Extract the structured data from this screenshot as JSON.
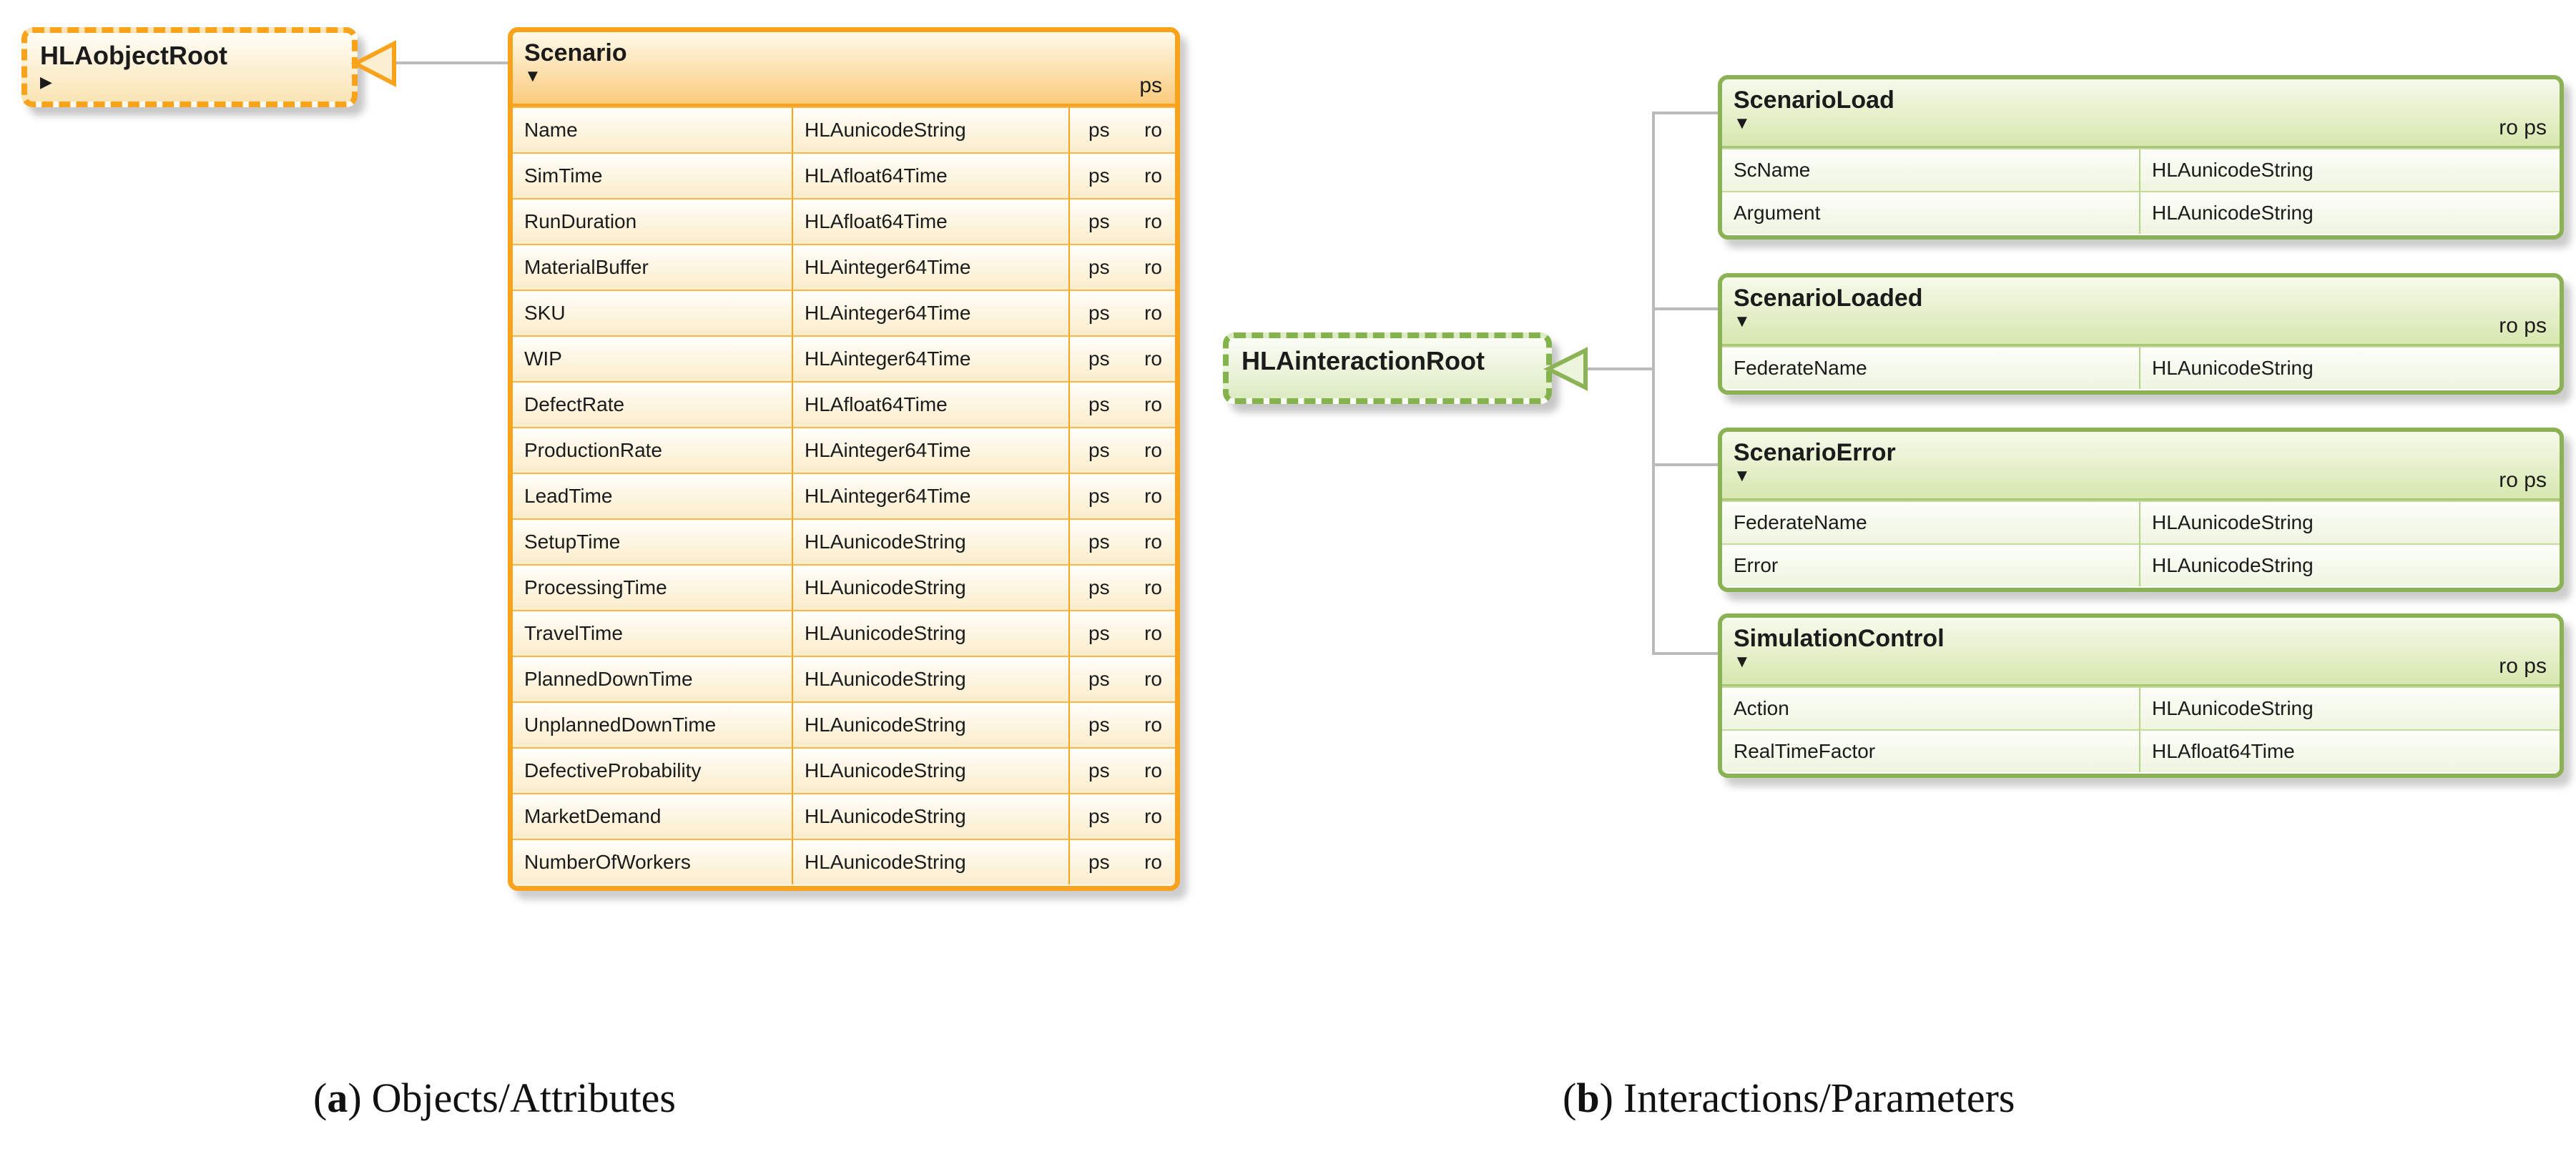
{
  "figure": {
    "panel_a": {
      "caption": {
        "open": "(",
        "letter": "a",
        "close": ")",
        "text": "Objects/Attributes"
      },
      "root_class": {
        "label": "HLAobjectRoot",
        "collapse_icon": "▶"
      },
      "class_table": {
        "title": "Scenario",
        "expand_icon": "▼",
        "header_flag": "ps",
        "rows": [
          {
            "name": "Name",
            "type": "HLAunicodeString",
            "ps": "ps",
            "ro": "ro"
          },
          {
            "name": "SimTime",
            "type": "HLAfloat64Time",
            "ps": "ps",
            "ro": "ro"
          },
          {
            "name": "RunDuration",
            "type": "HLAfloat64Time",
            "ps": "ps",
            "ro": "ro"
          },
          {
            "name": "MaterialBuffer",
            "type": "HLAinteger64Time",
            "ps": "ps",
            "ro": "ro"
          },
          {
            "name": "SKU",
            "type": "HLAinteger64Time",
            "ps": "ps",
            "ro": "ro"
          },
          {
            "name": "WIP",
            "type": "HLAinteger64Time",
            "ps": "ps",
            "ro": "ro"
          },
          {
            "name": "DefectRate",
            "type": "HLAfloat64Time",
            "ps": "ps",
            "ro": "ro"
          },
          {
            "name": "ProductionRate",
            "type": "HLAinteger64Time",
            "ps": "ps",
            "ro": "ro"
          },
          {
            "name": "LeadTime",
            "type": "HLAinteger64Time",
            "ps": "ps",
            "ro": "ro"
          },
          {
            "name": "SetupTime",
            "type": "HLAunicodeString",
            "ps": "ps",
            "ro": "ro"
          },
          {
            "name": "ProcessingTime",
            "type": "HLAunicodeString",
            "ps": "ps",
            "ro": "ro"
          },
          {
            "name": "TravelTime",
            "type": "HLAunicodeString",
            "ps": "ps",
            "ro": "ro"
          },
          {
            "name": "PlannedDownTime",
            "type": "HLAunicodeString",
            "ps": "ps",
            "ro": "ro"
          },
          {
            "name": "UnplannedDownTime",
            "type": "HLAunicodeString",
            "ps": "ps",
            "ro": "ro"
          },
          {
            "name": "DefectiveProbability",
            "type": "HLAunicodeString",
            "ps": "ps",
            "ro": "ro"
          },
          {
            "name": "MarketDemand",
            "type": "HLAunicodeString",
            "ps": "ps",
            "ro": "ro"
          },
          {
            "name": "NumberOfWorkers",
            "type": "HLAunicodeString",
            "ps": "ps",
            "ro": "ro"
          }
        ]
      }
    },
    "panel_b": {
      "caption": {
        "open": "(",
        "letter": "b",
        "close": ")",
        "text": "Interactions/Parameters"
      },
      "root_class": {
        "label": "HLAinteractionRoot"
      },
      "class_tables": [
        {
          "title": "ScenarioLoad",
          "expand_icon": "▼",
          "header_flag": "ro ps",
          "rows": [
            {
              "name": "ScName",
              "type": "HLAunicodeString"
            },
            {
              "name": "Argument",
              "type": "HLAunicodeString"
            }
          ]
        },
        {
          "title": "ScenarioLoaded",
          "expand_icon": "▼",
          "header_flag": "ro ps",
          "rows": [
            {
              "name": "FederateName",
              "type": "HLAunicodeString"
            }
          ]
        },
        {
          "title": "ScenarioError",
          "expand_icon": "▼",
          "header_flag": "ro ps",
          "rows": [
            {
              "name": "FederateName",
              "type": "HLAunicodeString"
            },
            {
              "name": "Error",
              "type": "HLAunicodeString"
            }
          ]
        },
        {
          "title": "SimulationControl",
          "expand_icon": "▼",
          "header_flag": "ro ps",
          "rows": [
            {
              "name": "Action",
              "type": "HLAunicodeString"
            },
            {
              "name": "RealTimeFactor",
              "type": "HLAfloat64Time"
            }
          ]
        }
      ]
    },
    "colors": {
      "orange": "#F9A21B",
      "green": "#8AB254",
      "connector_gray": "#BBBBBB"
    }
  }
}
